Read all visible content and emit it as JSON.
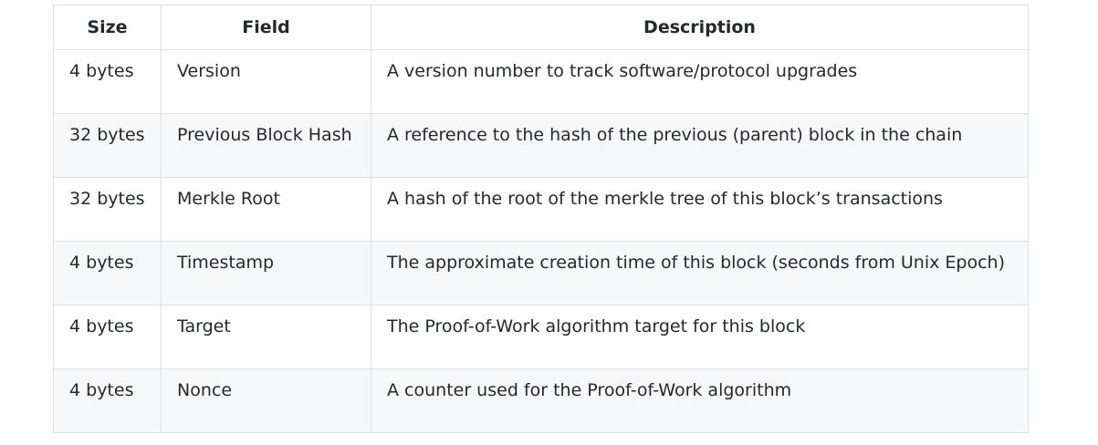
{
  "headers": [
    "Size",
    "Field",
    "Description"
  ],
  "rows": [
    [
      "4 bytes",
      "Version",
      "A version number to track software/protocol upgrades"
    ],
    [
      "32 bytes",
      "Previous Block Hash",
      "A reference to the hash of the previous (parent) block in the chain"
    ],
    [
      "32 bytes",
      "Merkle Root",
      "A hash of the root of the merkle tree of this block’s transactions"
    ],
    [
      "4 bytes",
      "Timestamp",
      "The approximate creation time of this block (seconds from Unix Epoch)"
    ],
    [
      "4 bytes",
      "Target",
      "The Proof-of-Work algorithm target for this block"
    ],
    [
      "4 bytes",
      "Nonce",
      "A counter used for the Proof-of-Work algorithm"
    ]
  ]
}
